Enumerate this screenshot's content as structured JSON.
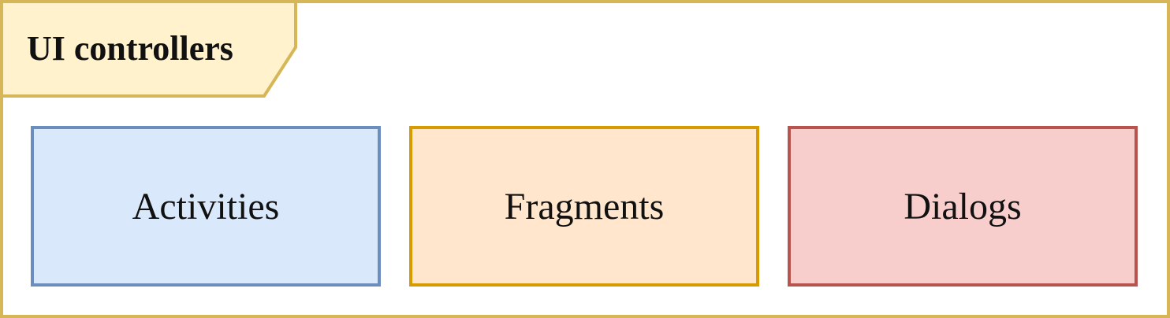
{
  "group": {
    "title": "UI controllers",
    "border_color": "#d6b656",
    "tab_fill": "#fff2cc"
  },
  "boxes": [
    {
      "label": "Activities",
      "fill": "#dae8fc",
      "stroke": "#6c8ebf"
    },
    {
      "label": "Fragments",
      "fill": "#ffe6cc",
      "stroke": "#d79b00"
    },
    {
      "label": "Dialogs",
      "fill": "#f8cecc",
      "stroke": "#b85450"
    }
  ]
}
